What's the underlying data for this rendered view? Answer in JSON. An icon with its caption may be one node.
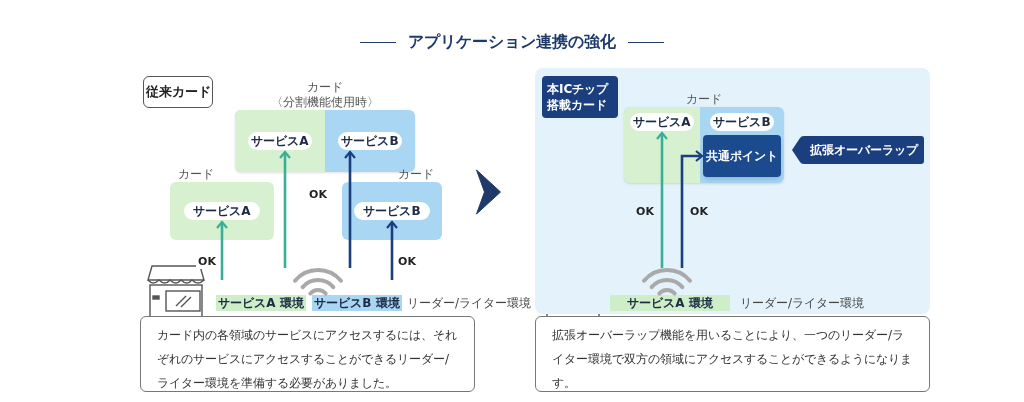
{
  "diagram": {
    "title": "アプリケーション連携の強化",
    "nodes": [
      {
        "text": [
          "従来カード"
        ]
      },
      {
        "text": [
          "カード",
          "〈分割機能使用時〉"
        ]
      },
      {
        "text": [
          "サービスA"
        ],
        "in": 1
      },
      {
        "text": [
          "サービスB"
        ],
        "in": 1
      },
      {
        "text": [
          "カード"
        ]
      },
      {
        "text": [
          "サービスA"
        ],
        "in": 4
      },
      {
        "text": [
          "カード"
        ]
      },
      {
        "text": [
          "サービスB"
        ],
        "in": 6
      },
      {
        "text": [
          "サービスA 環境"
        ]
      },
      {
        "text": [
          "サービスB 環境"
        ]
      },
      {
        "text": [
          "カード内の各領域のサービスにアクセスするには、それぞれのサービスにアクセスすることができるリーダー/ライター環境を準備する必要がありました。"
        ]
      },
      {
        "text": [],
        "shape": "box"
      },
      {
        "text": [
          "本ICチップ搭載カード"
        ],
        "in": 11
      },
      {
        "text": [
          "カード"
        ],
        "in": 11
      },
      {
        "text": [
          "サービスA"
        ],
        "in": 13
      },
      {
        "text": [
          "サービスB"
        ],
        "in": 13
      },
      {
        "text": [
          "共通ポイント"
        ],
        "in": 13
      },
      {
        "text": [
          "拡張オーバーラップ"
        ],
        "in": 11
      },
      {
        "text": [
          "サービスA 環境"
        ],
        "in": 11
      },
      {
        "text": [
          "拡張オーバーラップ機能を用いることにより、一つのリーダー/ライター環境で双方の領域にアクセスすることができるようになります。"
        ]
      }
    ],
    "edges": [
      {
        "from": null,
        "to": 5,
        "arrow": "to",
        "label": "OK",
        "color": "#3aae96"
      },
      {
        "from": null,
        "to": 2,
        "arrow": "to",
        "color": "#3aae96"
      },
      {
        "from": null,
        "to": 3,
        "arrow": "to",
        "label": "OK",
        "color": "#1b3f7e"
      },
      {
        "from": null,
        "to": 7,
        "arrow": "to",
        "label": "OK",
        "color": "#1b3f7e"
      },
      {
        "from": 6,
        "to": 11,
        "arrow": "to",
        "color": "#1f3a68"
      },
      {
        "from": null,
        "to": 14,
        "arrow": "to",
        "label": "OK",
        "color": "#3aae96"
      },
      {
        "from": null,
        "to": 16,
        "arrow": "to",
        "label": "OK",
        "color": "#1b3f7e"
      }
    ],
    "labels": [
      "リーダー/ライター環境",
      "リーダー/ライター環境"
    ]
  }
}
